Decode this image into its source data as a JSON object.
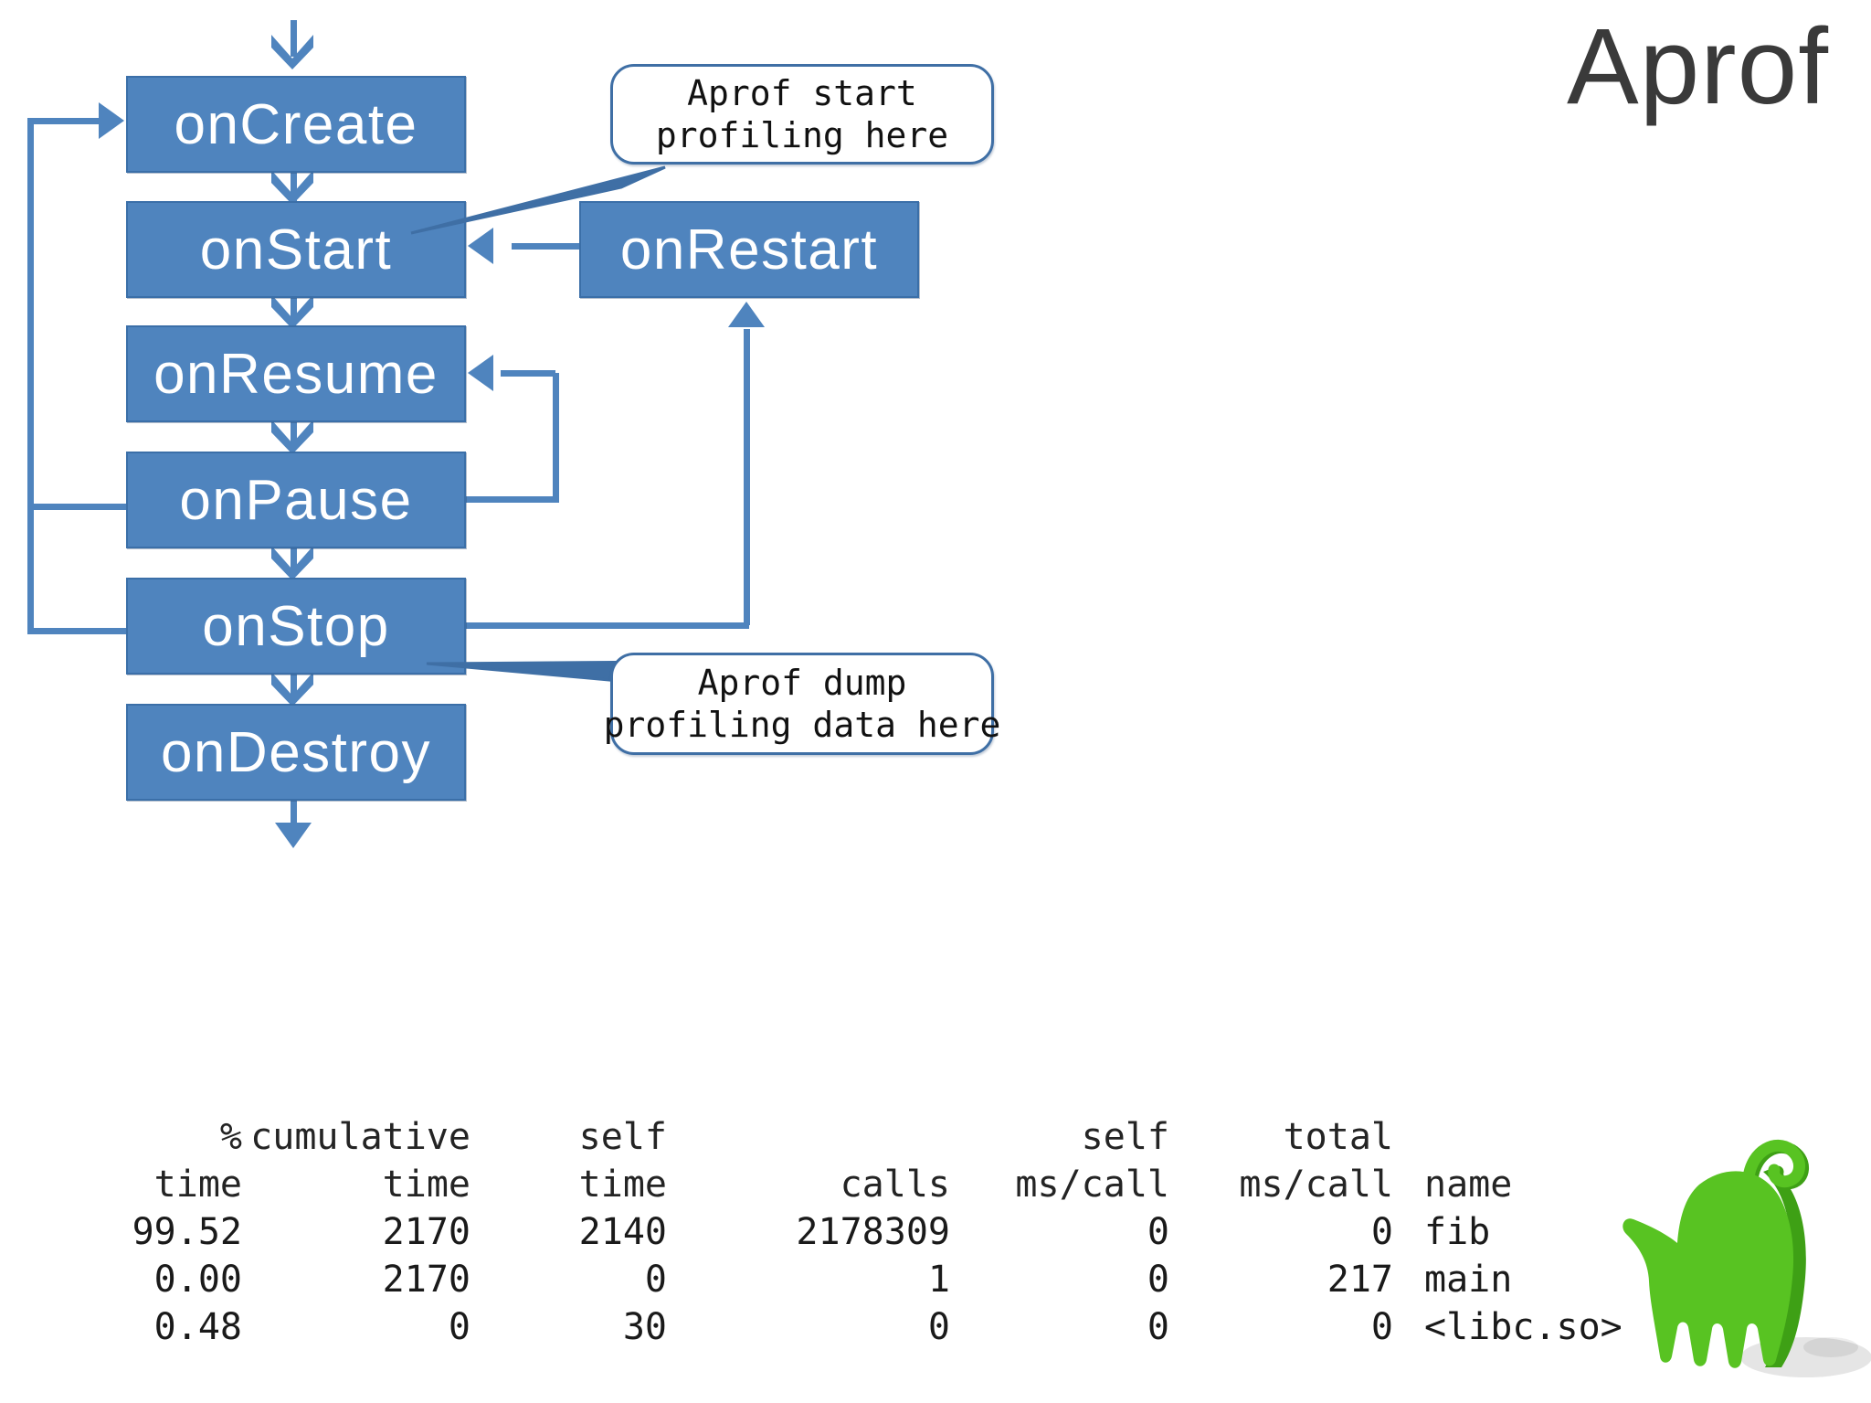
{
  "title": "Aprof",
  "lifecycle": {
    "boxes": [
      {
        "id": "onCreate",
        "label": "onCreate"
      },
      {
        "id": "onStart",
        "label": "onStart"
      },
      {
        "id": "onResume",
        "label": "onResume"
      },
      {
        "id": "onPause",
        "label": "onPause"
      },
      {
        "id": "onStop",
        "label": "onStop"
      },
      {
        "id": "onDestroy",
        "label": "onDestroy"
      },
      {
        "id": "onRestart",
        "label": "onRestart"
      }
    ],
    "box_color": "#4F84BE",
    "box_border_color": "#3B6FA8",
    "box_text_color": "#FFFFFF",
    "connector_color": "#4F84BE"
  },
  "callouts": [
    {
      "id": "aprof-start",
      "line1": "Aprof start",
      "line2": "profiling here",
      "border_color": "#3F6FA5"
    },
    {
      "id": "aprof-dump",
      "line1": "Aprof dump",
      "line2": "profiling data here",
      "border_color": "#3F6FA5"
    }
  ],
  "profile_table": {
    "header_line1": [
      "%",
      "cumulative",
      "self",
      "",
      "self",
      "total",
      ""
    ],
    "header_line2": [
      "time",
      "time",
      "time",
      "calls",
      "ms/call",
      "ms/call",
      "name"
    ],
    "rows": [
      [
        "99.52",
        "2170",
        "2140",
        "2178309",
        "0",
        "0",
        "fib"
      ],
      [
        "0.00",
        "2170",
        "0",
        "1",
        "0",
        "217",
        "main"
      ],
      [
        "0.48",
        "0",
        "30",
        "0",
        "0",
        "0",
        "<libc.so>"
      ]
    ]
  },
  "mascot": {
    "name": "android-green-blob-character",
    "color": "#58C322",
    "shade_color": "#3EA015"
  }
}
